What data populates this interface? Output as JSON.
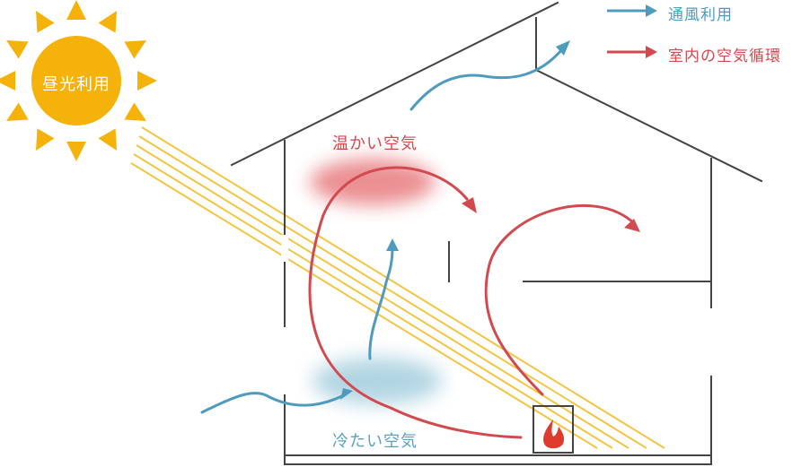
{
  "sun": {
    "label": "昼光利用",
    "color": "#f5b20a"
  },
  "labels": {
    "warm_air": "温かい空気",
    "cold_air": "冷たい空気"
  },
  "legend": {
    "ventilation": "通風利用",
    "circulation": "室内の空気循環"
  },
  "colors": {
    "ventilation": "#4f9bbd",
    "circulation": "#d24a4f",
    "sunlight": "#f5b20a",
    "house_lines": "#444444",
    "fire": "#e03a2f"
  },
  "icons": [
    "sun-icon",
    "fire-icon",
    "arrow-icon"
  ]
}
